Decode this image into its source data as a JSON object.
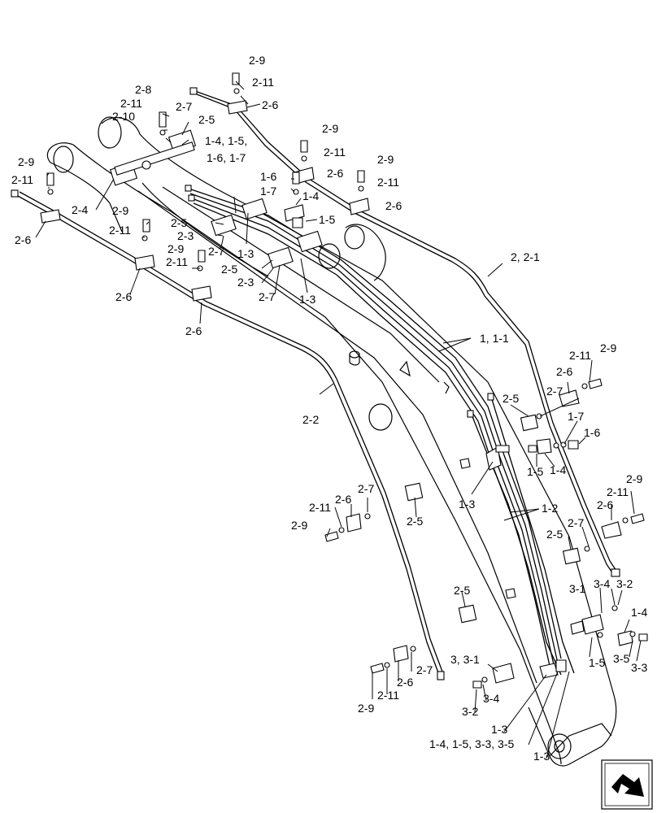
{
  "labels": {
    "l_2_9_a": "2-9",
    "l_2_11_a": "2-11",
    "l_2_6_a": "2-6",
    "l_2_8": "2-8",
    "l_2_11_b": "2-11",
    "l_2_10": "2-10",
    "l_2_7_a": "2-7",
    "l_2_5_a": "2-5",
    "l_2_9_b": "2-9",
    "l_2_11_c": "2-11",
    "l_2_6_b": "2-6",
    "l_2_9_c": "2-9",
    "l_2_11_d": "2-11",
    "l_2_6_c": "2-6",
    "l_2_9_d": "2-9",
    "l_2_11_e": "2-11",
    "l_2_6_d": "2-6",
    "l_2_4": "2-4",
    "l_2_9_e": "2-9",
    "l_2_11_f": "2-11",
    "l_1_4_multi_a": "1-4, 1-5,",
    "l_1_4_multi_b": "1-6, 1-7",
    "l_1_6_a": "1-6",
    "l_1_7_a": "1-7",
    "l_1_4_a": "1-4",
    "l_1_5_a": "1-5",
    "l_2_5_b": "2-5",
    "l_2_3_a": "2-3",
    "l_2_7_b": "2-7",
    "l_1_3_a": "1-3",
    "l_2_9_f": "2-9",
    "l_2_11_g": "2-11",
    "l_2_5_c": "2-5",
    "l_2_3_b": "2-3",
    "l_2_7_c": "2-7",
    "l_1_3_b": "1-3",
    "l_2_6_e": "2-6",
    "l_2_6_f": "2-6",
    "l_2_6_g": "2-6",
    "l_2_2_1": "2, 2-1",
    "l_1_1_1": "1, 1-1",
    "l_2_11_h": "2-11",
    "l_2_9_h": "2-9",
    "l_2_6_h": "2-6",
    "l_2_7_d": "2-7",
    "l_2_5_d": "2-5",
    "l_1_7_b": "1-7",
    "l_1_6_b": "1-6",
    "l_1_5_b": "1-5",
    "l_1_4_b": "1-4",
    "l_2_2": "2-2",
    "l_1_3_c": "1-3",
    "l_2_9_i": "2-9",
    "l_2_11_i": "2-11",
    "l_2_6_i": "2-6",
    "l_1_2": "1-2",
    "l_2_7_e": "2-7",
    "l_2_5_e": "2-5",
    "l_2_7_f": "2-7",
    "l_2_6_j": "2-6",
    "l_2_11_j": "2-11",
    "l_2_9_j": "2-9",
    "l_2_5_f": "2-5",
    "l_3_4_a": "3-4",
    "l_3_2_a": "3-2",
    "l_3_1_a": "3-1",
    "l_1_4_c": "1-4",
    "l_2_5_g": "2-5",
    "l_3_3_1": "3, 3-1",
    "l_2_7_g": "2-7",
    "l_2_6_k": "2-6",
    "l_2_11_k": "2-11",
    "l_2_9_k": "2-9",
    "l_3_4_b": "3-4",
    "l_3_2_b": "3-2",
    "l_1_5_c": "1-5",
    "l_3_5_a": "3-5",
    "l_3_3_a": "3-3",
    "l_1_3_d": "1-3",
    "l_multi_bottom": "1-4, 1-5, 3-3, 3-5",
    "l_1_3_e": "1-3"
  },
  "icons": {
    "corner_badge": "arrow-badge-icon"
  }
}
